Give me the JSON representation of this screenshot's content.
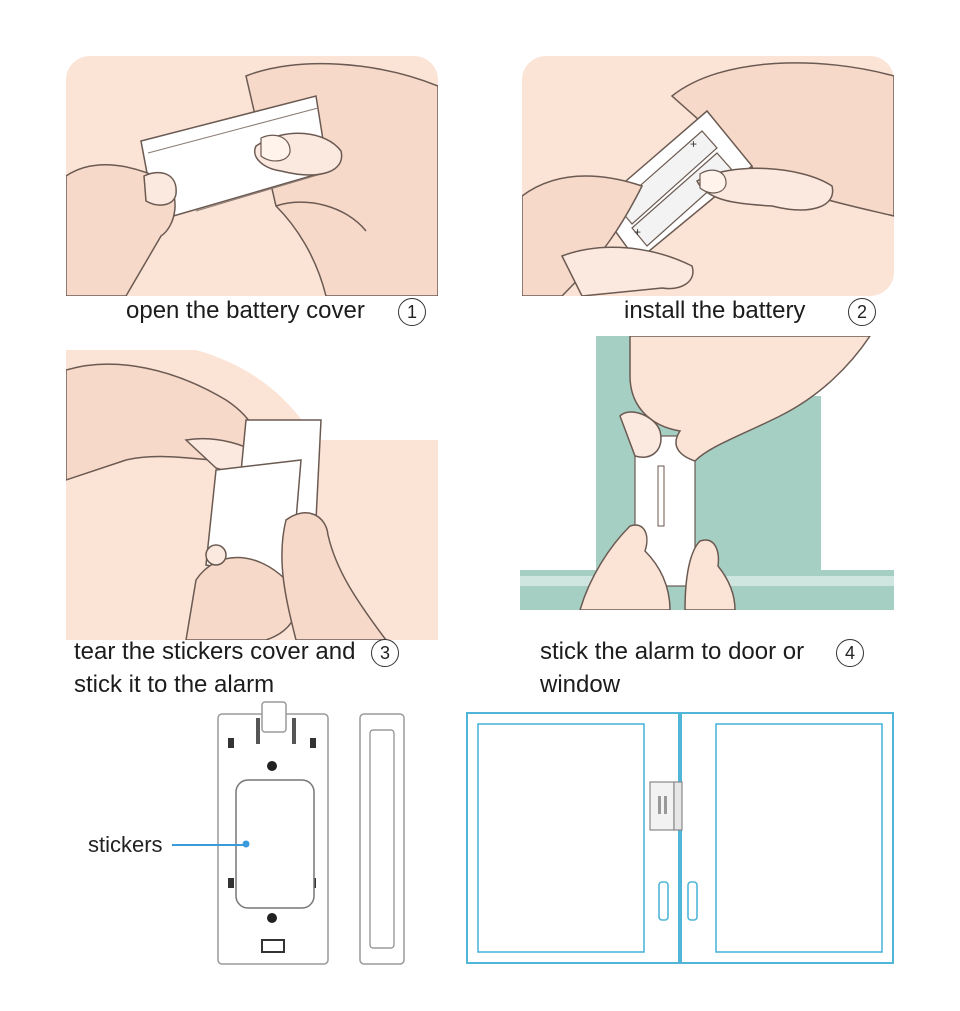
{
  "steps": [
    {
      "caption": "open the battery cover",
      "number": "1"
    },
    {
      "caption": "install the battery",
      "number": "2"
    },
    {
      "caption_line1": "tear the stickers cover and",
      "caption_line2": "stick it to the alarm",
      "number": "3"
    },
    {
      "caption_line1": "stick the alarm to door or",
      "caption_line2": "window",
      "number": "4"
    }
  ],
  "diagram": {
    "stickers_label": "stickers"
  },
  "colors": {
    "skin": "#fbe3d6",
    "outline": "#5a4a44",
    "door_green": "#a6cfc4",
    "door_outline": "#4fb6d9",
    "leader_line": "#3b9ad9"
  }
}
